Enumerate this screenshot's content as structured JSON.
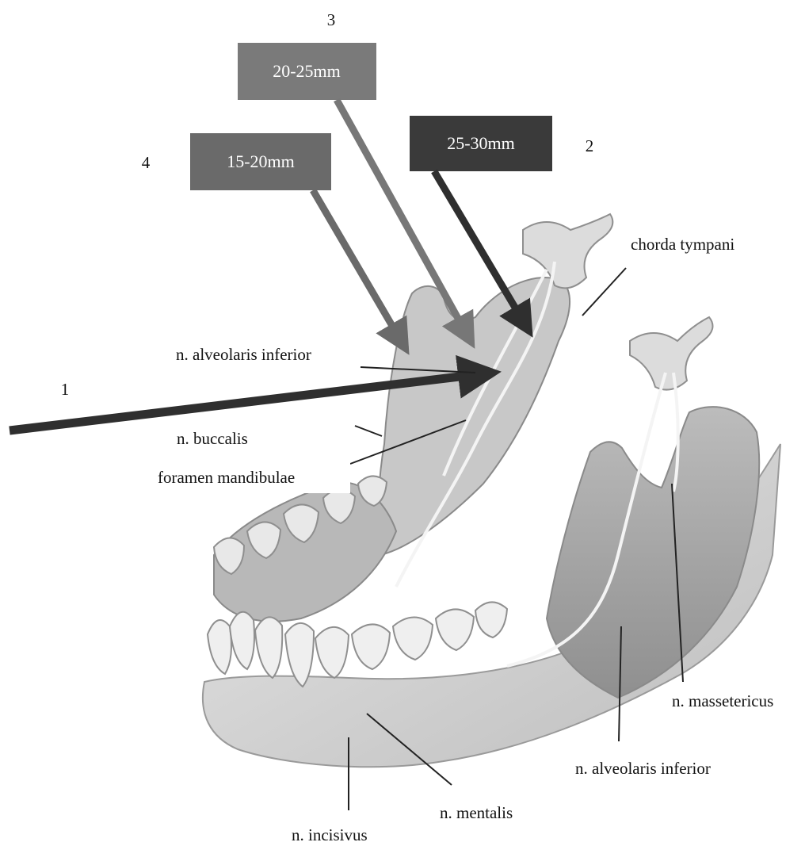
{
  "boxes": [
    {
      "text": "20-25mm",
      "fill": "#7a7a7a"
    },
    {
      "text": "25-30mm",
      "fill": "#3a3a3a"
    },
    {
      "text": "15-20mm",
      "fill": "#6a6a6a"
    }
  ],
  "numbers": {
    "one": "1",
    "two": "2",
    "three": "3",
    "four": "4"
  },
  "labels": {
    "chorda_tympani": "chorda tympani",
    "n_alveolaris_inferior_top": "n. alveolaris inferior",
    "n_buccalis": "n. buccalis",
    "foramen_mandibulae": "foramen mandibulae",
    "n_massetericus": "n. massetericus",
    "n_alveolaris_inferior_bottom": "n. alveolaris inferior",
    "n_mentalis": "n. mentalis",
    "n_incisivus": "n. incisivus"
  },
  "colors": {
    "bone": "#d9d9d9",
    "bone_dark": "#a8a8a8",
    "nerve": "#f1f1f1",
    "arrow_dark": "#2f2f2f",
    "arrow_mid": "#777777"
  }
}
